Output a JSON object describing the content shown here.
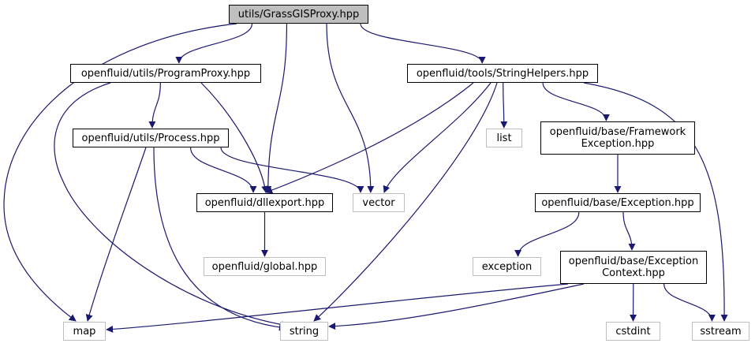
{
  "diagram": {
    "type": "include-dependency-graph",
    "colors": {
      "edge": "#191970",
      "root_fill": "#bfbfbf",
      "local_border": "#000000",
      "system_border": "#bfbfbf"
    },
    "nodes": {
      "root": {
        "label": "utils/GrassGISProxy.hpp"
      },
      "program_proxy": {
        "label": "openfluid/utils/ProgramProxy.hpp"
      },
      "string_helpers": {
        "label": "openfluid/tools/StringHelpers.hpp"
      },
      "process": {
        "label": "openfluid/utils/Process.hpp"
      },
      "list": {
        "label": "list"
      },
      "framework_exception": {
        "line1": "openfluid/base/Framework",
        "line2": "Exception.hpp"
      },
      "dllexport": {
        "label": "openfluid/dllexport.hpp"
      },
      "vector": {
        "label": "vector"
      },
      "base_exception": {
        "label": "openfluid/base/Exception.hpp"
      },
      "global": {
        "label": "openfluid/global.hpp"
      },
      "exception": {
        "label": "exception"
      },
      "exception_context": {
        "line1": "openfluid/base/Exception",
        "line2": "Context.hpp"
      },
      "map": {
        "label": "map"
      },
      "string": {
        "label": "string"
      },
      "cstdint": {
        "label": "cstdint"
      },
      "sstream": {
        "label": "sstream"
      }
    },
    "edges": [
      [
        "root",
        "program_proxy"
      ],
      [
        "root",
        "string_helpers"
      ],
      [
        "root",
        "dllexport"
      ],
      [
        "root",
        "vector"
      ],
      [
        "root",
        "map"
      ],
      [
        "program_proxy",
        "process"
      ],
      [
        "program_proxy",
        "dllexport"
      ],
      [
        "program_proxy",
        "string"
      ],
      [
        "process",
        "dllexport"
      ],
      [
        "process",
        "vector"
      ],
      [
        "process",
        "map"
      ],
      [
        "process",
        "string"
      ],
      [
        "string_helpers",
        "dllexport"
      ],
      [
        "string_helpers",
        "vector"
      ],
      [
        "string_helpers",
        "string"
      ],
      [
        "string_helpers",
        "list"
      ],
      [
        "string_helpers",
        "framework_exception"
      ],
      [
        "string_helpers",
        "sstream"
      ],
      [
        "framework_exception",
        "base_exception"
      ],
      [
        "base_exception",
        "exception"
      ],
      [
        "base_exception",
        "exception_context"
      ],
      [
        "dllexport",
        "global"
      ],
      [
        "exception_context",
        "map"
      ],
      [
        "exception_context",
        "string"
      ],
      [
        "exception_context",
        "cstdint"
      ],
      [
        "exception_context",
        "sstream"
      ]
    ]
  }
}
